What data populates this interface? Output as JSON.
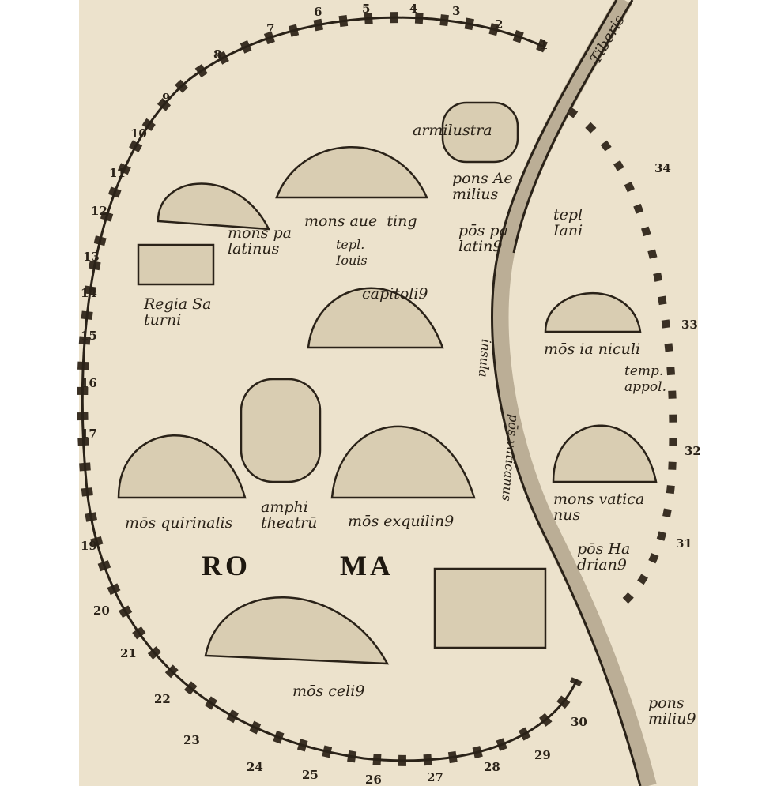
{
  "title": {
    "left": "RO",
    "right": "MA"
  },
  "river": "Tiberis",
  "labels": {
    "armilustra": "armilustra",
    "pons_aemilius": "pons Ae\nmilius",
    "mons_aventinus": "mons aue  ting",
    "templ_iovis": "tepl.\nIouis",
    "capitolium": "capitoli9",
    "pons_palatinus": "pōs pa\nlatin9",
    "templ_iani": "tepl\nIani",
    "mons_palatinus": "mons pa\nlatinus",
    "regia_saturni": "Regia Sa\nturni",
    "mons_ianiculus": "mōs ia niculi",
    "templ_apollinis": "temp.\nappol.",
    "insula": "insula",
    "pons_vaticanus": "pōs vaticanus",
    "mons_quirinalis": "mōs quirinalis",
    "amphitheatrum": "amphi\ntheatrū",
    "mons_esquilinus": "mōs exquilin9",
    "mons_vaticanus": "mons vatica\nnus",
    "pons_hadrianus": "pōs Ha\ndrian9",
    "mons_caelius": "mōs celi9",
    "pons_milvius": "pons\nmiliu9"
  },
  "gate_numbers": [
    "1",
    "2",
    "3",
    "4",
    "5",
    "6",
    "7",
    "8",
    "9",
    "10",
    "11",
    "12",
    "13",
    "14",
    "15",
    "16",
    "17",
    "19",
    "20",
    "21",
    "22",
    "23",
    "24",
    "25",
    "26",
    "27",
    "28",
    "29",
    "30",
    "31",
    "32",
    "33",
    "34"
  ],
  "colors": {
    "paper": "#ece2cc",
    "ink": "#2a2218"
  }
}
